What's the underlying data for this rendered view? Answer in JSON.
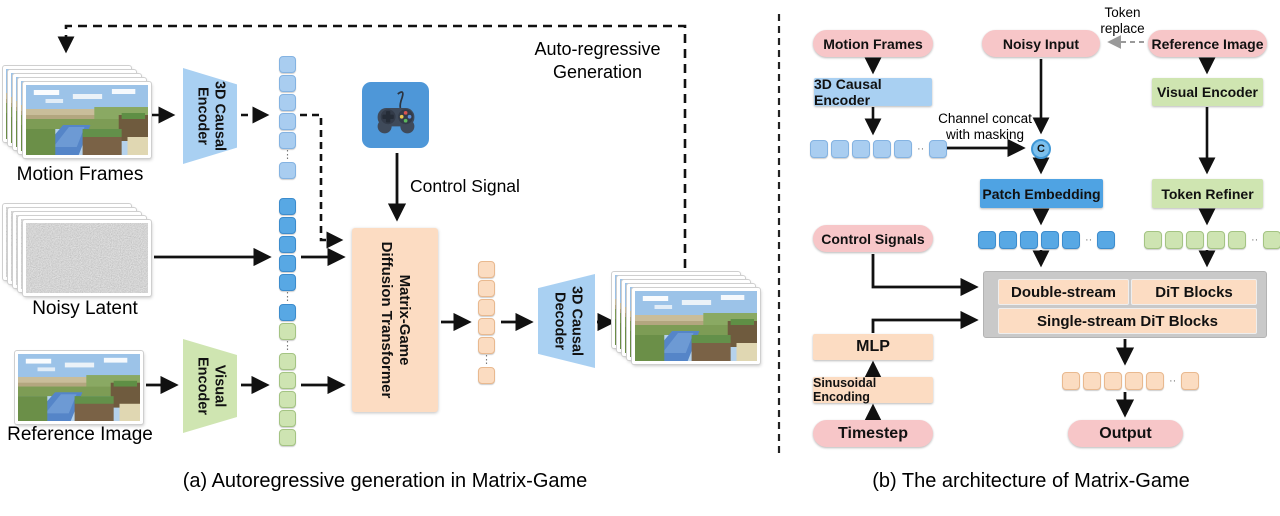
{
  "glyphs": {
    "hdots": "··",
    "vdots": "⋮"
  },
  "colors": {
    "pink_pill": "#f7c6c8",
    "blue_light": "#a9d0f2",
    "blue_dark": "#4fa3e3",
    "green": "#cfe5b1",
    "orange": "#fcdcc2",
    "gray_container": "#c9c9c9",
    "controller_blue": "#4e97d8",
    "arrow": "#111111"
  },
  "panel_a": {
    "caption": "(a) Autoregressive generation in Matrix-Game",
    "autoregressive_label": {
      "line1": "Auto-regressive",
      "line2": "Generation"
    },
    "motion_frames_label": "Motion Frames",
    "noisy_latent_label": "Noisy Latent",
    "reference_image_label": "Reference Image",
    "control_signal_label": "Control Signal",
    "encoder_3d": {
      "line1": "3D Causal",
      "line2": "Encoder"
    },
    "visual_encoder": {
      "line1": "Visual",
      "line2": "Encoder"
    },
    "dit": {
      "line1": "Matrix-Game",
      "line2": "Diffusion Transformer"
    },
    "decoder_3d": {
      "line1": "3D Causal",
      "line2": "Decoder"
    }
  },
  "panel_b": {
    "caption": "(b) The architecture of Matrix-Game",
    "pills": {
      "motion_frames": "Motion Frames",
      "noisy_input": "Noisy Input",
      "reference_image": "Reference Image",
      "control_signals": "Control Signals",
      "timestep": "Timestep",
      "output": "Output"
    },
    "boxes": {
      "causal_encoder_3d": "3D Causal Encoder",
      "patch_embedding": "Patch Embedding",
      "visual_encoder": "Visual Encoder",
      "token_refiner": "Token Refiner",
      "mlp": "MLP",
      "sinusoidal_encoding": "Sinusoidal Encoding",
      "double_stream": "Double-stream",
      "dit_blocks": "DiT Blocks",
      "single_stream": "Single-stream DiT Blocks"
    },
    "annotations": {
      "channel_concat": {
        "line1": "Channel concat",
        "line2": "with masking"
      },
      "token_replace": {
        "line1": "Token",
        "line2": "replace"
      },
      "concat_node": "C"
    }
  }
}
